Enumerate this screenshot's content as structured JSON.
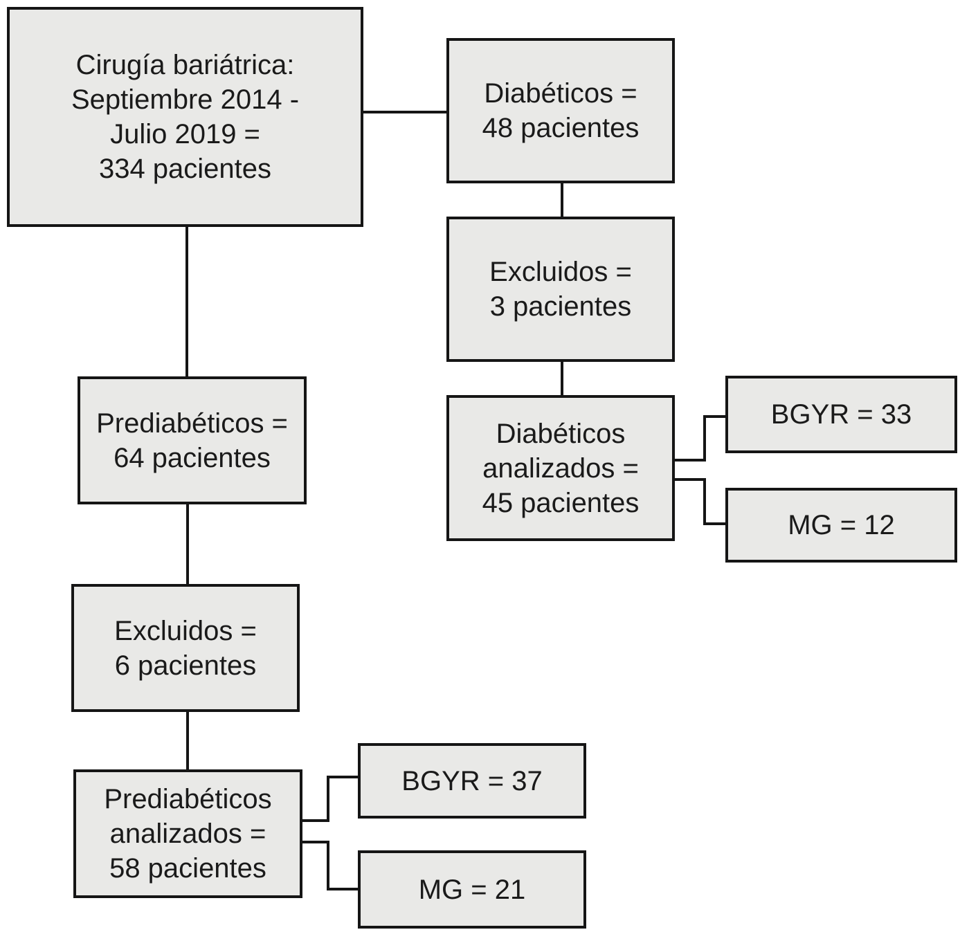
{
  "diagram": {
    "type": "flowchart",
    "language": "es",
    "box_fill_color": "#e9e9e7",
    "line_color": "#151515",
    "text_color": "#1a1a1a",
    "nodes": {
      "surgery_total": {
        "text": "Cirugía bariátrica:\nSeptiembre 2014 -\nJulio 2019 =\n334 pacientes",
        "value": 334
      },
      "diabetics": {
        "text": "Diabéticos =\n48 pacientes",
        "value": 48
      },
      "diabetics_excluded": {
        "text": "Excluidos =\n3 pacientes",
        "value": 3
      },
      "diabetics_analyzed": {
        "text": "Diabéticos\nanalizados =\n45 pacientes",
        "value": 45
      },
      "diabetics_bgyr": {
        "text": "BGYR = 33",
        "value": 33
      },
      "diabetics_mg": {
        "text": "MG = 12",
        "value": 12
      },
      "prediabetics": {
        "text": "Prediabéticos =\n64 pacientes",
        "value": 64
      },
      "prediabetics_excluded": {
        "text": "Excluidos =\n6 pacientes",
        "value": 6
      },
      "prediabetics_analyzed": {
        "text": "Prediabéticos\nanalizados =\n58 pacientes",
        "value": 58
      },
      "prediabetics_bgyr": {
        "text": "BGYR = 37",
        "value": 37
      },
      "prediabetics_mg": {
        "text": "MG = 21",
        "value": 21
      }
    },
    "edges": [
      {
        "from": "surgery_total",
        "to": "diabetics"
      },
      {
        "from": "surgery_total",
        "to": "prediabetics"
      },
      {
        "from": "diabetics",
        "to": "diabetics_excluded"
      },
      {
        "from": "diabetics_excluded",
        "to": "diabetics_analyzed"
      },
      {
        "from": "diabetics_analyzed",
        "to": "diabetics_bgyr"
      },
      {
        "from": "diabetics_analyzed",
        "to": "diabetics_mg"
      },
      {
        "from": "prediabetics",
        "to": "prediabetics_excluded"
      },
      {
        "from": "prediabetics_excluded",
        "to": "prediabetics_analyzed"
      },
      {
        "from": "prediabetics_analyzed",
        "to": "prediabetics_bgyr"
      },
      {
        "from": "prediabetics_analyzed",
        "to": "prediabetics_mg"
      }
    ]
  }
}
